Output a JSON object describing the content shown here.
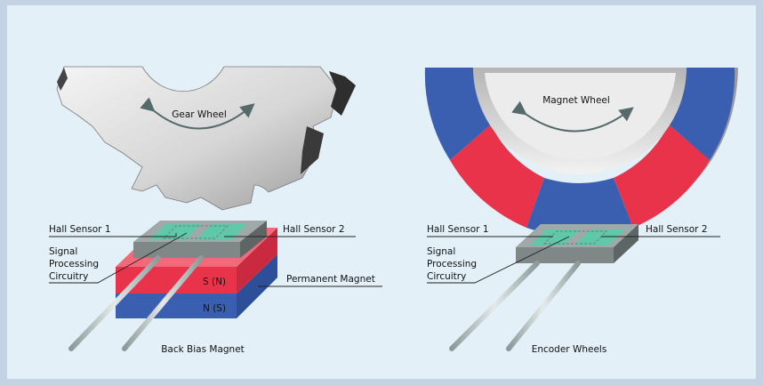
{
  "panels": {
    "left": {
      "wheel_label": "Gear Wheel",
      "hall_sensor_1": "Hall Sensor 1",
      "hall_sensor_2": "Hall Sensor 2",
      "signal_processing": [
        "Signal",
        "Processing",
        "Circuitry"
      ],
      "magnet_top": "S (N)",
      "magnet_bottom": "N (S)",
      "permanent_magnet": "Permanent Magnet",
      "caption": "Back Bias Magnet"
    },
    "right": {
      "wheel_label": "Magnet Wheel",
      "hall_sensor_1": "Hall Sensor 1",
      "hall_sensor_2": "Hall Sensor 2",
      "signal_processing": [
        "Signal",
        "Processing",
        "Circuitry"
      ],
      "caption": "Encoder Wheels"
    }
  },
  "colors": {
    "frame": "#c3d3e3",
    "panel": "#e3f0f8",
    "metal_light": "#e8e8e8",
    "metal_dark": "#8a8a8a",
    "magnet_red": "#e8334b",
    "magnet_blue": "#3a5fb0",
    "sensor_green": "#5fc8a8",
    "arrow": "#556a6a"
  }
}
